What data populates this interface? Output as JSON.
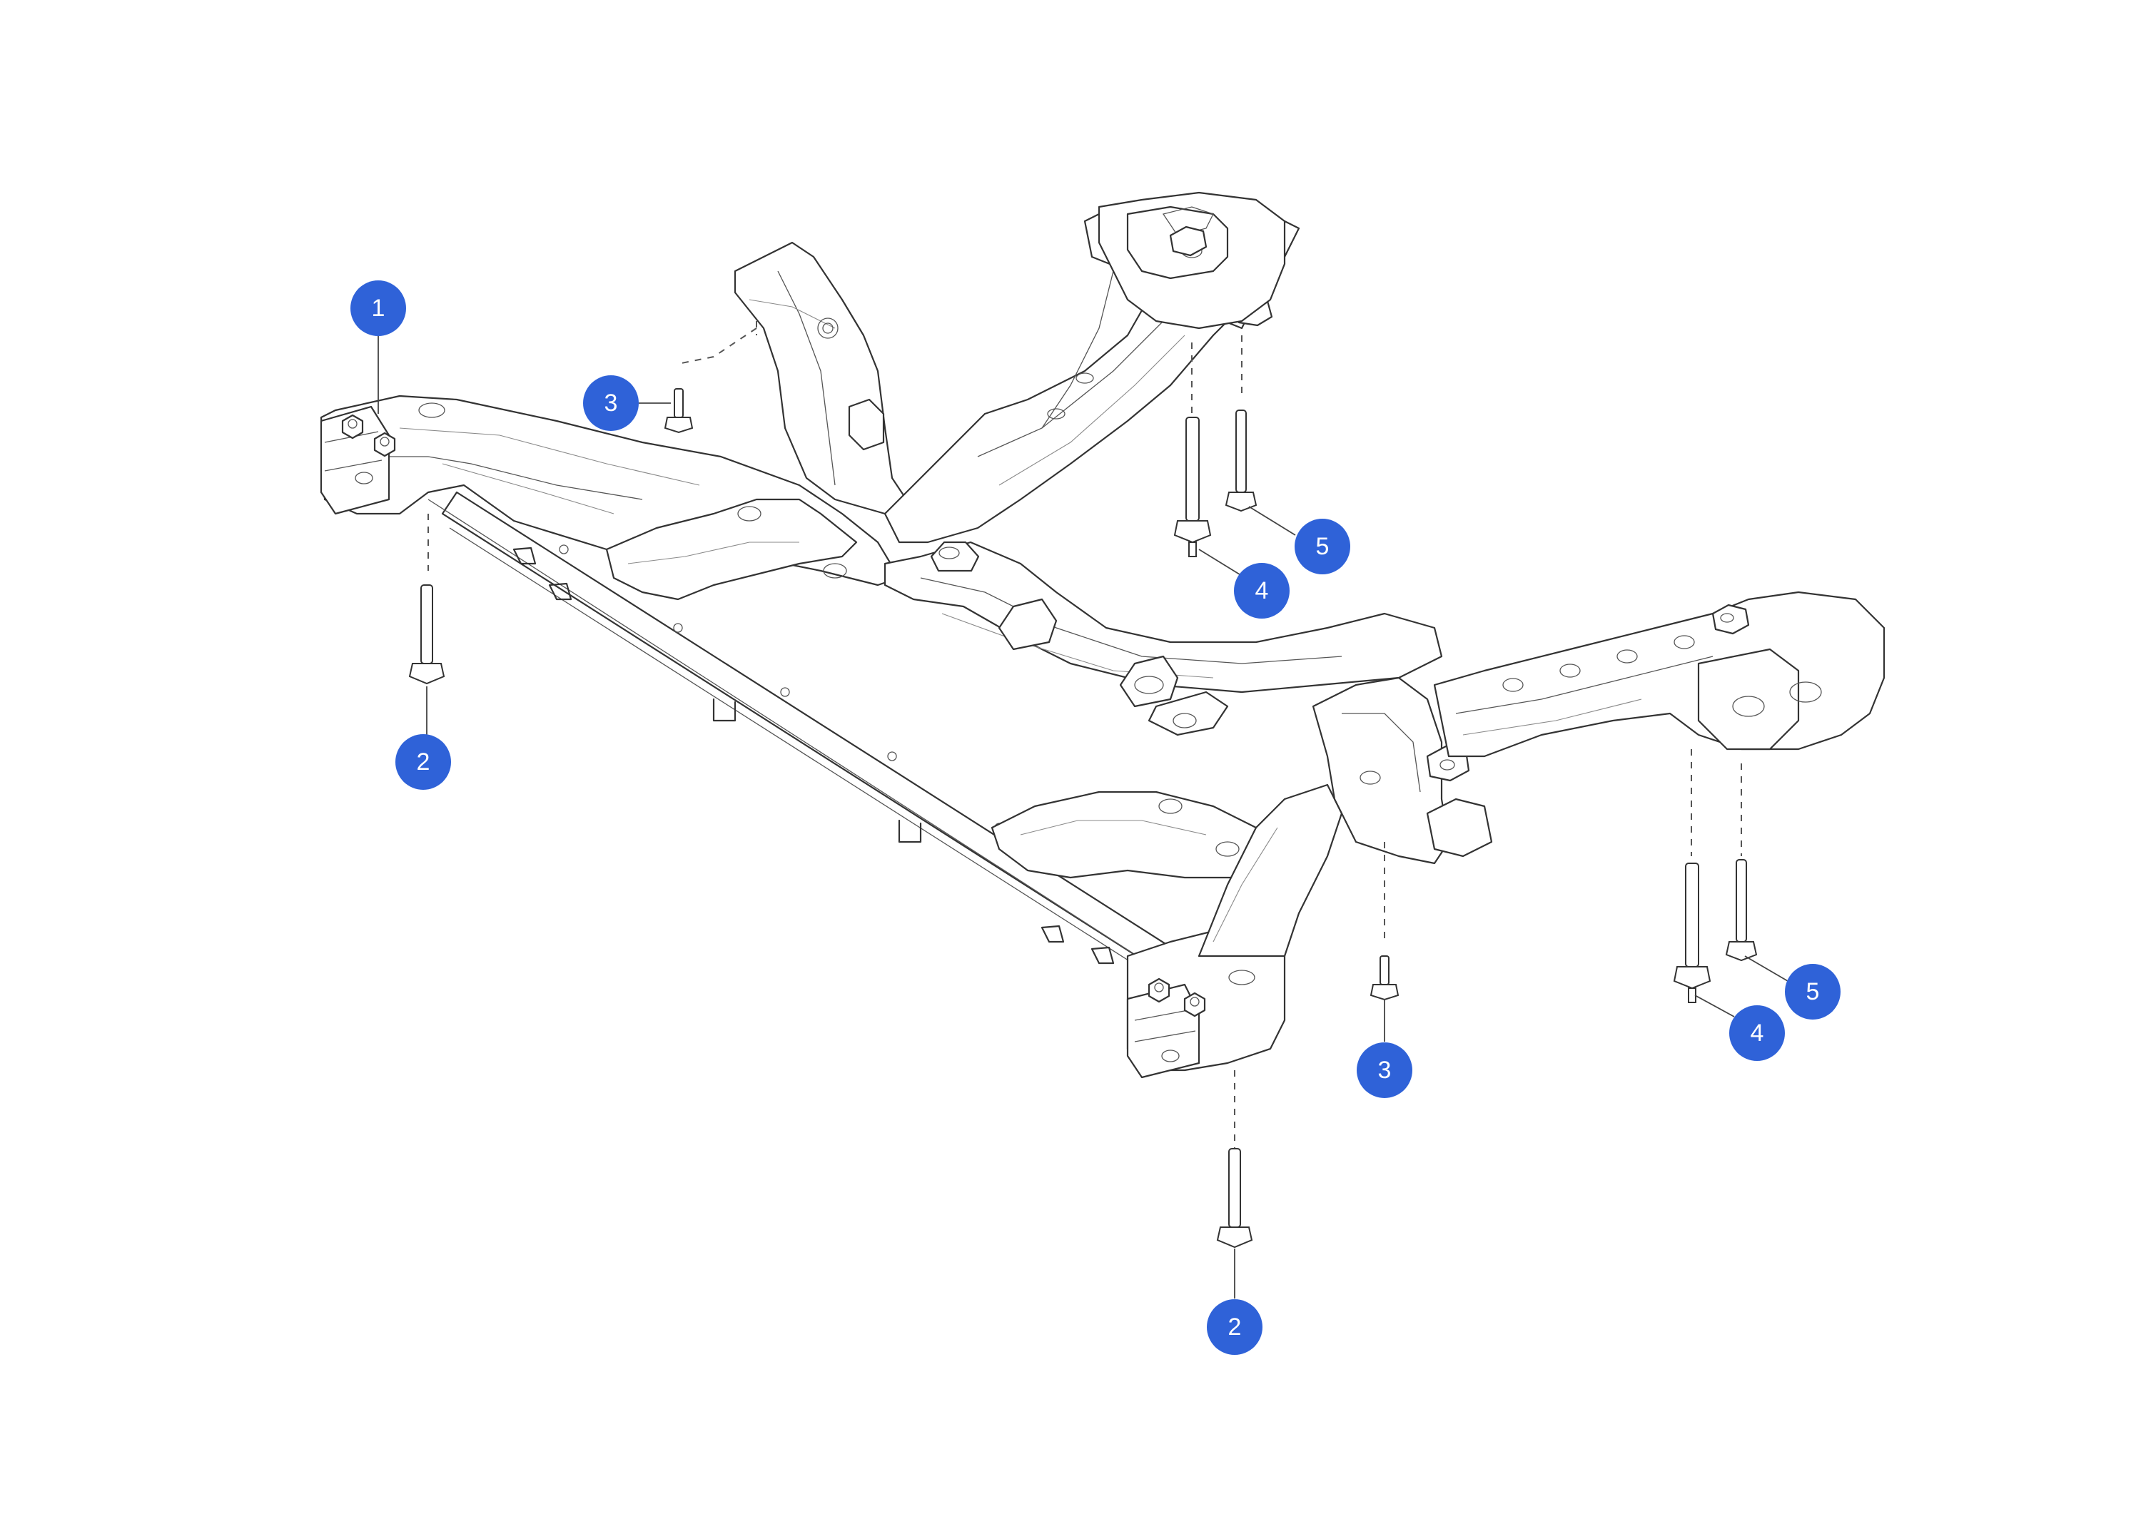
{
  "accent_color": "#2f62d8",
  "callouts": [
    {
      "label": "1"
    },
    {
      "label": "2"
    },
    {
      "label": "2"
    },
    {
      "label": "3"
    },
    {
      "label": "3"
    },
    {
      "label": "4"
    },
    {
      "label": "4"
    },
    {
      "label": "5"
    },
    {
      "label": "5"
    }
  ]
}
